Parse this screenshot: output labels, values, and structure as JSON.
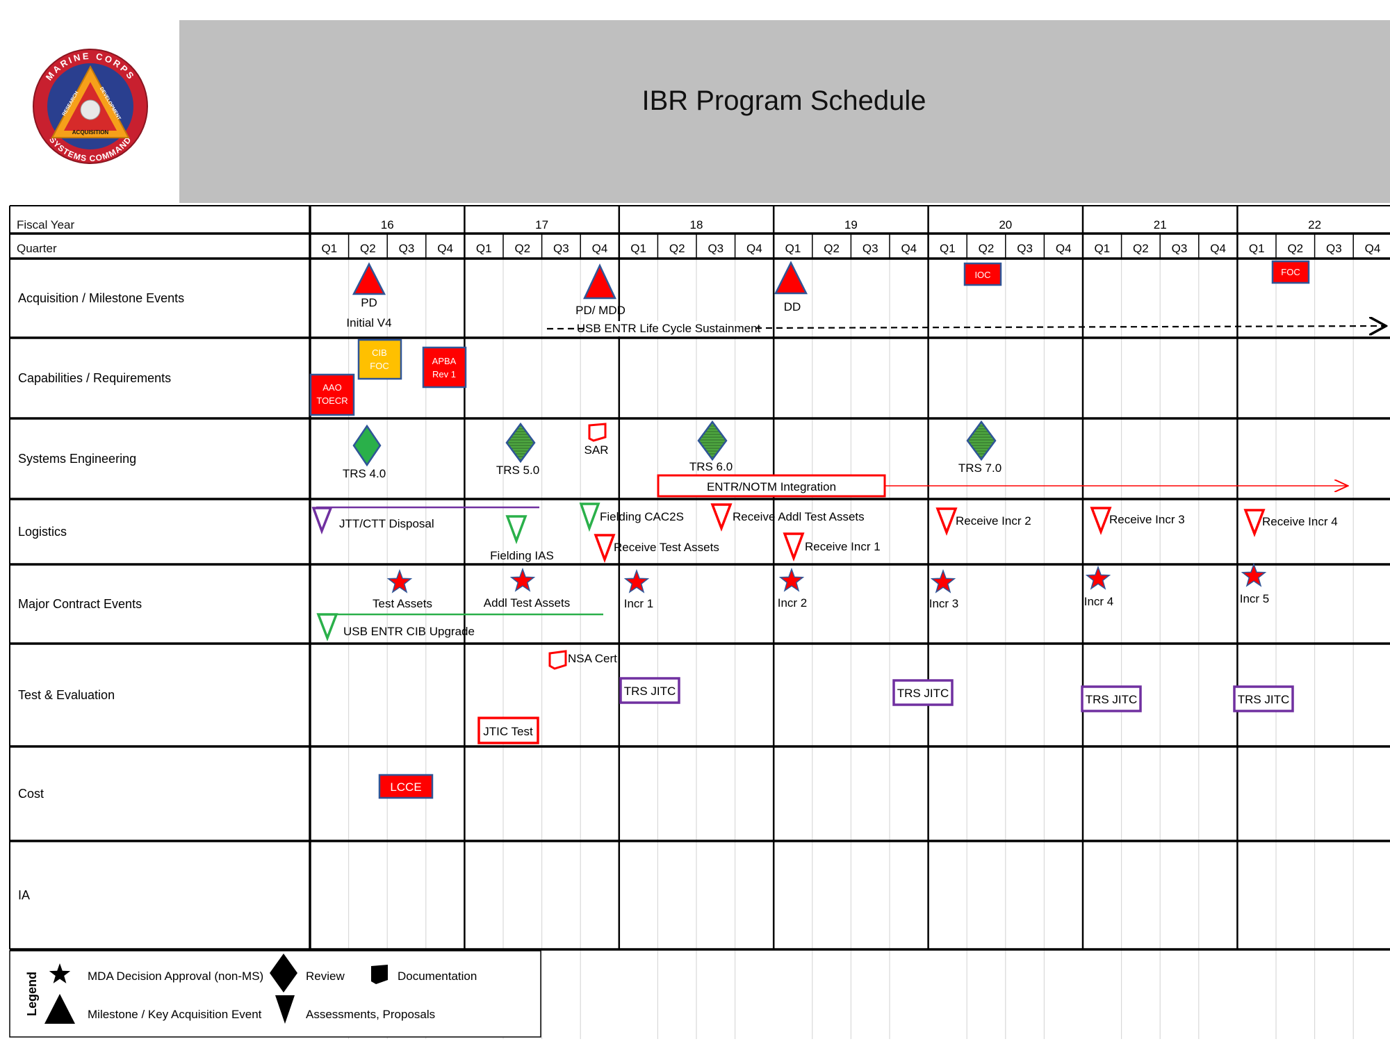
{
  "title": "IBR Program Schedule",
  "logo": {
    "top_text": "MARINE CORPS",
    "bottom_text": "SYSTEMS COMMAND",
    "left_text": "RESEARCH",
    "right_text": "DEVELOPMENT",
    "center_text": "ACQUISITION",
    "colors": {
      "ring": "#c8202f",
      "disk": "#2a3f8f",
      "triangle": "#f6a01a"
    }
  },
  "header": {
    "fiscal_year_label": "Fiscal Year",
    "quarter_label": "Quarter",
    "years": [
      "16",
      "17",
      "18",
      "19",
      "20",
      "21",
      "22"
    ],
    "quarters": [
      "Q1",
      "Q2",
      "Q3",
      "Q4"
    ]
  },
  "rows": [
    "Acquisition / Milestone Events",
    "Capabilities / Requirements",
    "Systems Engineering",
    "Logistics",
    "Major Contract Events",
    "Test & Evaluation",
    "Cost",
    "IA"
  ],
  "milestones": [
    {
      "label1": "PD",
      "label2": "Initial V4"
    },
    {
      "label1": "PD/ MDD",
      "label2": ""
    },
    {
      "label1": "DD",
      "label2": ""
    }
  ],
  "sustainment_label": "USB ENTR Life Cycle Sustainment",
  "boxes": {
    "ioc": "IOC",
    "foc": "FOC",
    "cib_foc": [
      "CIB",
      "FOC"
    ],
    "apba": [
      "APBA",
      "Rev 1"
    ],
    "aao": [
      "AAO",
      "TOECR"
    ],
    "lcce": "LCCE"
  },
  "reviews": [
    "TRS 4.0",
    "TRS 5.0",
    "TRS 6.0",
    "TRS 7.0"
  ],
  "sar": "SAR",
  "integration": "ENTR/NOTM Integration",
  "logistics": [
    "JTT/CTT Disposal",
    "Fielding IAS",
    "Fielding CAC2S",
    "Receive Test Assets",
    "Receive Addl Test Assets",
    "Receive Incr 1",
    "Receive Incr 2",
    "Receive Incr 3",
    "Receive Incr 4"
  ],
  "contracts": [
    "Test Assets",
    "Addl Test Assets",
    "Incr 1",
    "Incr 2",
    "Incr 3",
    "Incr 4",
    "Incr 5"
  ],
  "cib_upgrade": "USB ENTR CIB Upgrade",
  "tests": {
    "nsa": "NSA Cert",
    "jtic": "JTIC Test",
    "jitc": [
      "TRS JITC",
      "TRS JITC",
      "TRS JITC",
      "TRS JITC"
    ]
  },
  "legend": {
    "title": "Legend",
    "mda": "MDA Decision Approval (non-MS)",
    "review": "Review",
    "documentation": "Documentation",
    "milestone": "Milestone / Key Acquisition Event",
    "assessment": "Assessments, Proposals"
  },
  "colors": {
    "red": "#ff0000",
    "green": "#2ab04a",
    "purple": "#7030a0",
    "orange": "#ffc000",
    "header_gray": "#bfbfbf",
    "box_border": "#2f5597"
  }
}
